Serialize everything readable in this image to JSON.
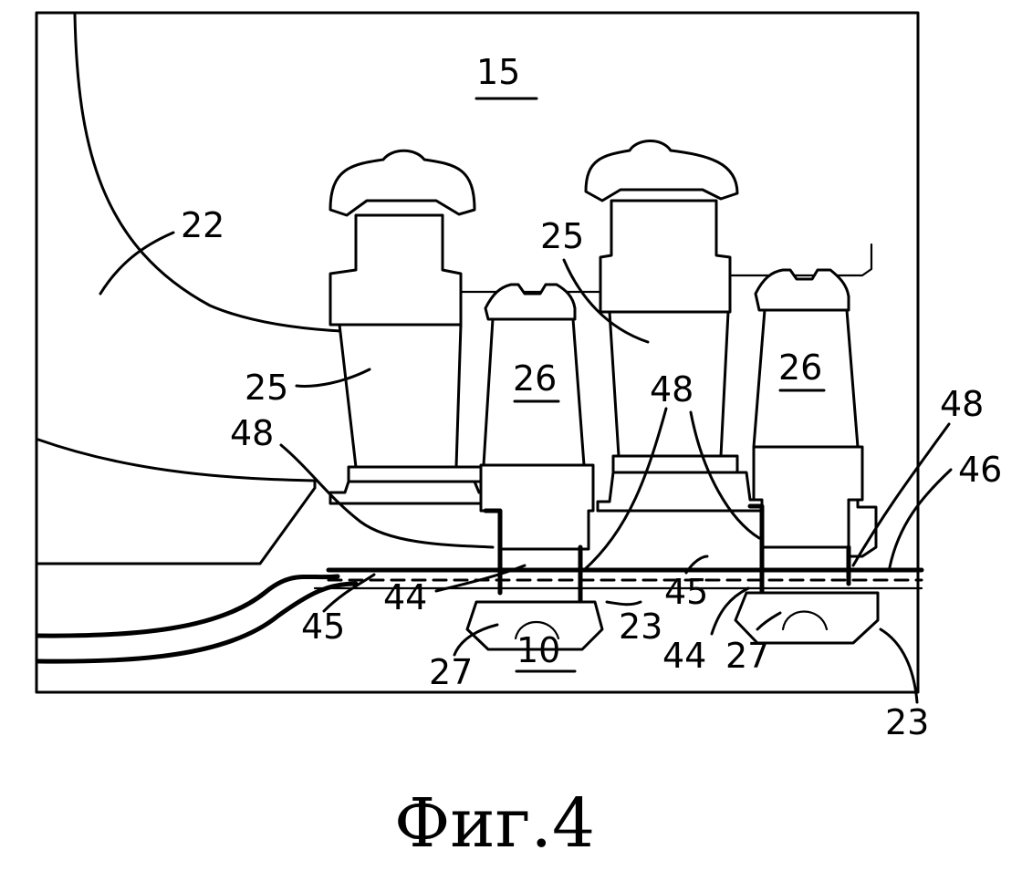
{
  "figure": {
    "caption": "Фиг.4",
    "labels": {
      "l15": "15",
      "l22": "22",
      "l25a": "25",
      "l25b": "25",
      "l26a": "26",
      "l26b": "26",
      "l48a": "48",
      "l48b": "48",
      "l48c": "48",
      "l46": "46",
      "l44a": "44",
      "l44b": "44",
      "l45a": "45",
      "l45b": "45",
      "l23a": "23",
      "l23b": "23",
      "l27a": "27",
      "l27b": "27",
      "l10": "10"
    }
  }
}
